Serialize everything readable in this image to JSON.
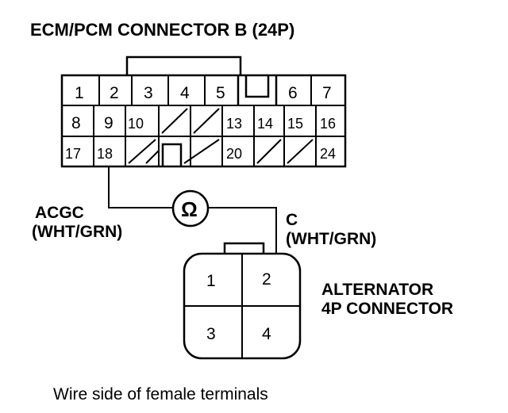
{
  "title": "ECM/PCM CONNECTOR B (24P)",
  "ecm_connector": {
    "rows": [
      [
        "1",
        "2",
        "3",
        "4",
        "5",
        "",
        "6",
        "7"
      ],
      [
        "8",
        "9",
        "10",
        "/",
        "/",
        "13",
        "14",
        "15",
        "16"
      ],
      [
        "17",
        "18",
        "/",
        "/",
        "/",
        "20",
        "/",
        "/",
        "24"
      ]
    ]
  },
  "wire_left": {
    "name": "ACGC",
    "color": "(WHT/GRN)"
  },
  "wire_right": {
    "name": "C",
    "color": "(WHT/GRN)"
  },
  "meter_symbol": "Ω",
  "alternator": {
    "label_line1": "ALTERNATOR",
    "label_line2": "4P CONNECTOR",
    "pins": [
      "1",
      "2",
      "3",
      "4"
    ]
  },
  "caption": "Wire side of female terminals"
}
